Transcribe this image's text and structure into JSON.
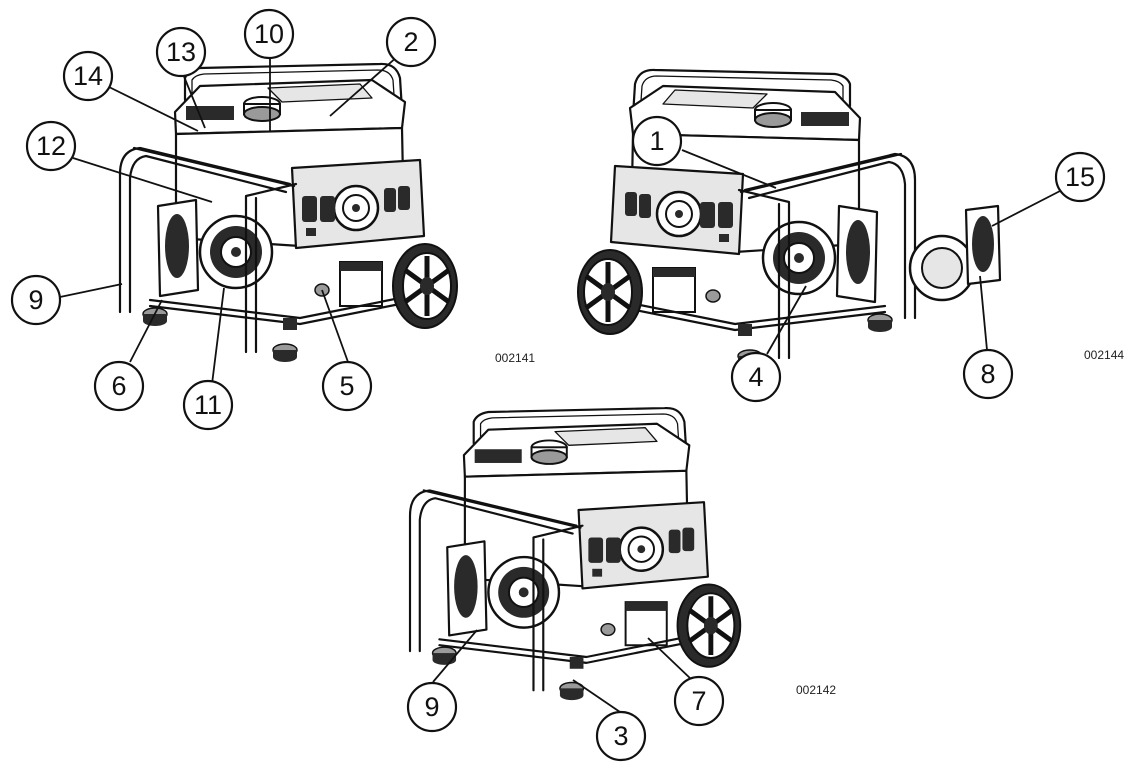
{
  "figure_codes": [
    "002141",
    "002144",
    "002142"
  ],
  "callouts": {
    "view_a": [
      "14",
      "13",
      "10",
      "2",
      "12",
      "9",
      "6",
      "11",
      "5"
    ],
    "view_b": [
      "1",
      "15",
      "4",
      "8"
    ],
    "view_c": [
      "9",
      "3",
      "7"
    ]
  }
}
